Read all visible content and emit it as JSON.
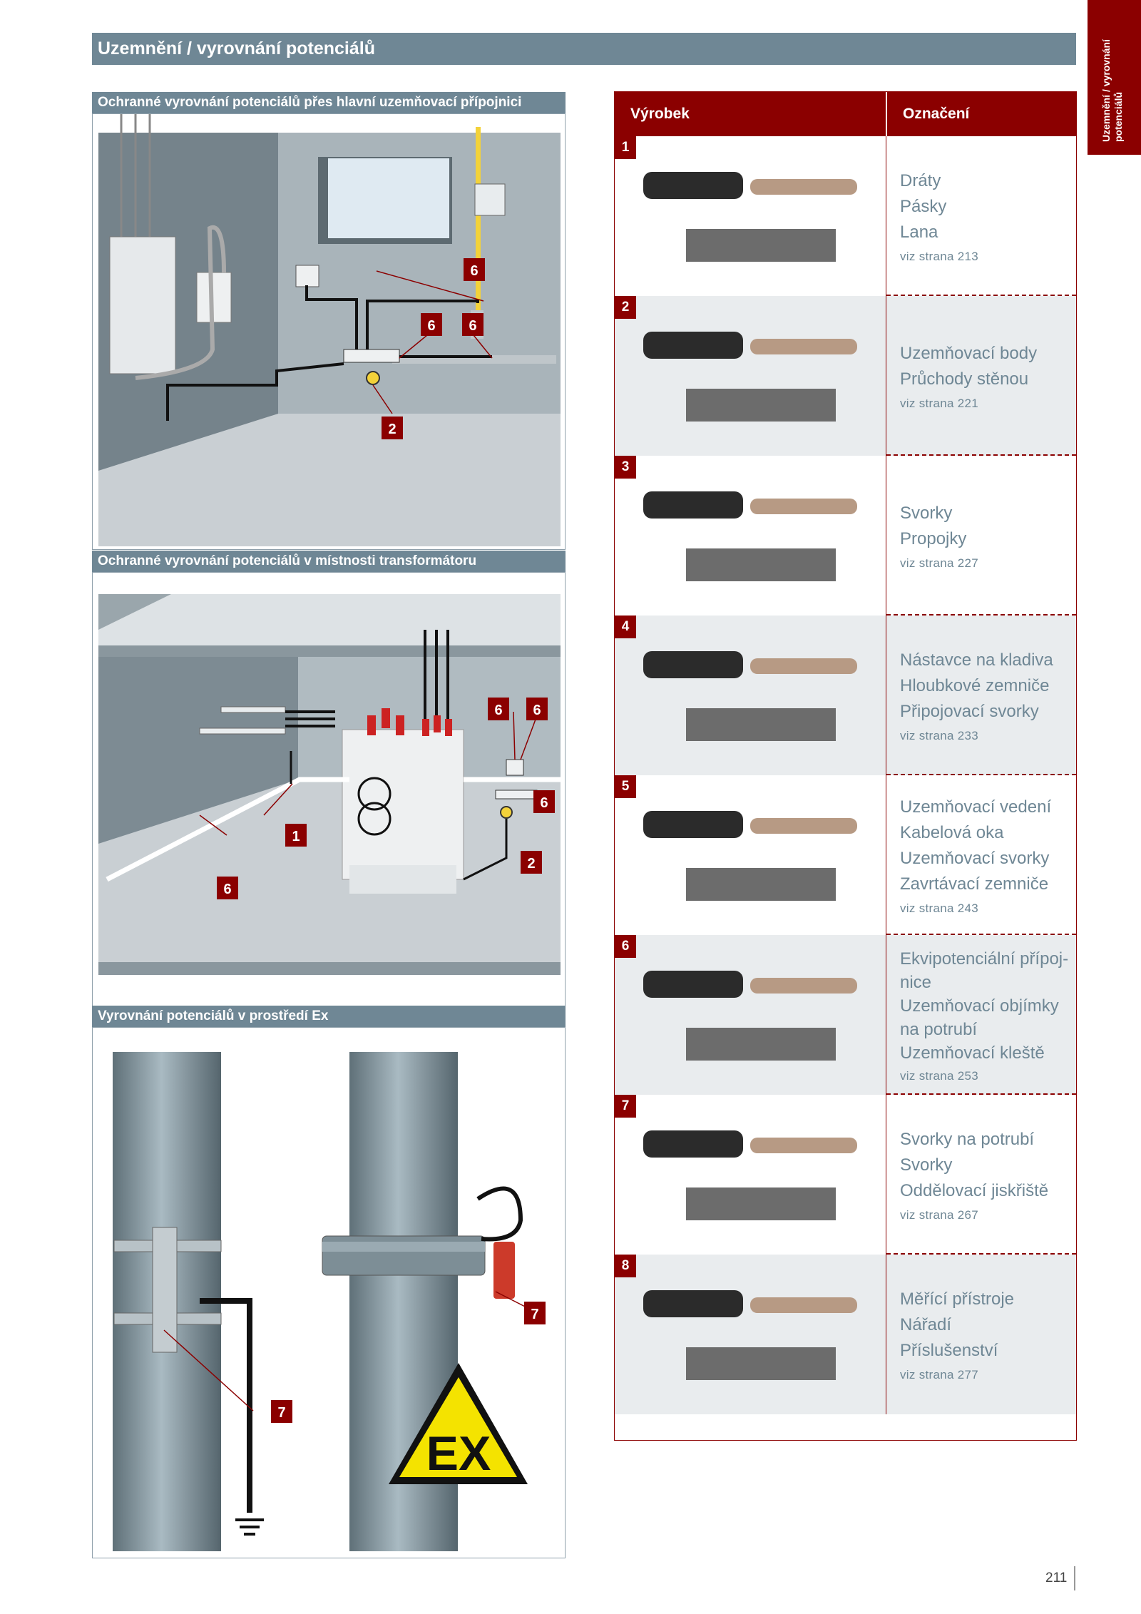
{
  "header": {
    "title": "Uzemnění / vyrovnání potenciálů",
    "side_tab": "Uzemnění / vyrovnání potenciálů"
  },
  "figures": [
    {
      "caption": "Ochranné vyrovnání potenciálů přes hlavní uzemňovací přípojnici",
      "markers": [
        "6",
        "6",
        "6",
        "2"
      ]
    },
    {
      "caption": "Ochranné vyrovnání potenciálů v místnosti transformátoru",
      "markers": [
        "6",
        "6",
        "6",
        "1",
        "2",
        "6"
      ]
    },
    {
      "caption": "Vyrovnání potenciálů v prostředí Ex",
      "markers": [
        "7",
        "7"
      ],
      "sign_text": "EX"
    }
  ],
  "table": {
    "col_product": "Výrobek",
    "col_name": "Označení",
    "rows": [
      {
        "num": "1",
        "lines": [
          "Dráty",
          "Pásky",
          "Lana"
        ],
        "ref": "viz strana 213"
      },
      {
        "num": "2",
        "lines": [
          "Uzemňovací body",
          "Průchody stěnou"
        ],
        "ref": "viz strana 221"
      },
      {
        "num": "3",
        "lines": [
          "Svorky",
          "Propojky"
        ],
        "ref": "viz strana 227"
      },
      {
        "num": "4",
        "lines": [
          "Nástavce na kladiva",
          "Hloubkové zemniče",
          "Připojovací svorky"
        ],
        "ref": "viz strana 233"
      },
      {
        "num": "5",
        "lines": [
          "Uzemňovací vedení",
          "Kabelová oka",
          "Uzemňovací svorky",
          "Zavrtávací zemniče"
        ],
        "ref": "viz strana 243"
      },
      {
        "num": "6",
        "lines": [
          "Ekvipotenciální přípoj-",
          "nice",
          "Uzemňovací objímky",
          "na potrubí",
          "Uzemňovací kleště"
        ],
        "ref": "viz strana 253"
      },
      {
        "num": "7",
        "lines": [
          "Svorky na potrubí",
          "Svorky",
          "Oddělovací jiskřiště"
        ],
        "ref": "viz strana 267"
      },
      {
        "num": "8",
        "lines": [
          "Měřící přístroje",
          "Nářadí",
          "Příslušenství"
        ],
        "ref": "viz strana 277"
      }
    ]
  },
  "footer": {
    "page_number": "211"
  },
  "colors": {
    "accent": "#8b0000",
    "header_gray": "#6f8795",
    "shade": "#e9ecee"
  }
}
